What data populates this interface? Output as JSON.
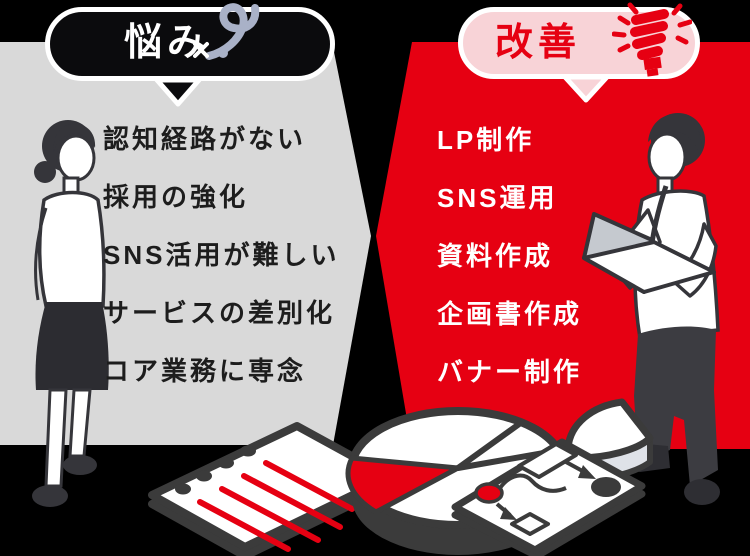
{
  "infographic": {
    "background_color": "#000000",
    "problems": {
      "bubble_label": "悩み",
      "bubble_fill": "#0b0b0d",
      "bubble_border": "#ffffff",
      "bubble_text_color": "#ffffff",
      "panel_color": "#d9d9d9",
      "list_text_color": "#1d1d1d",
      "icon": "confusion-swirl-icon",
      "icon_color": "#a9b1c7",
      "items": [
        "認知経路がない",
        "採用の強化",
        "SNS活用が難しい",
        "サービスの差別化",
        "コア業務に専念"
      ]
    },
    "solutions": {
      "bubble_label": "改善",
      "bubble_fill": "#f8d3d7",
      "bubble_border": "#ffffff",
      "bubble_text_color": "#e60012",
      "panel_color": "#e60012",
      "list_text_color": "#ffffff",
      "icon": "idea-lightbulb-icon",
      "icon_color": "#e60012",
      "items": [
        "LP制作",
        "SNS運用",
        "資料作成",
        "企画書作成",
        "バナー制作"
      ]
    },
    "illustrations": [
      "woman-standing",
      "man-with-laptop",
      "pie-chart-3d-with-red-slice",
      "checklist-document",
      "flowchart-document"
    ],
    "accent_red": "#e60012",
    "ink_color": "#35353a"
  }
}
